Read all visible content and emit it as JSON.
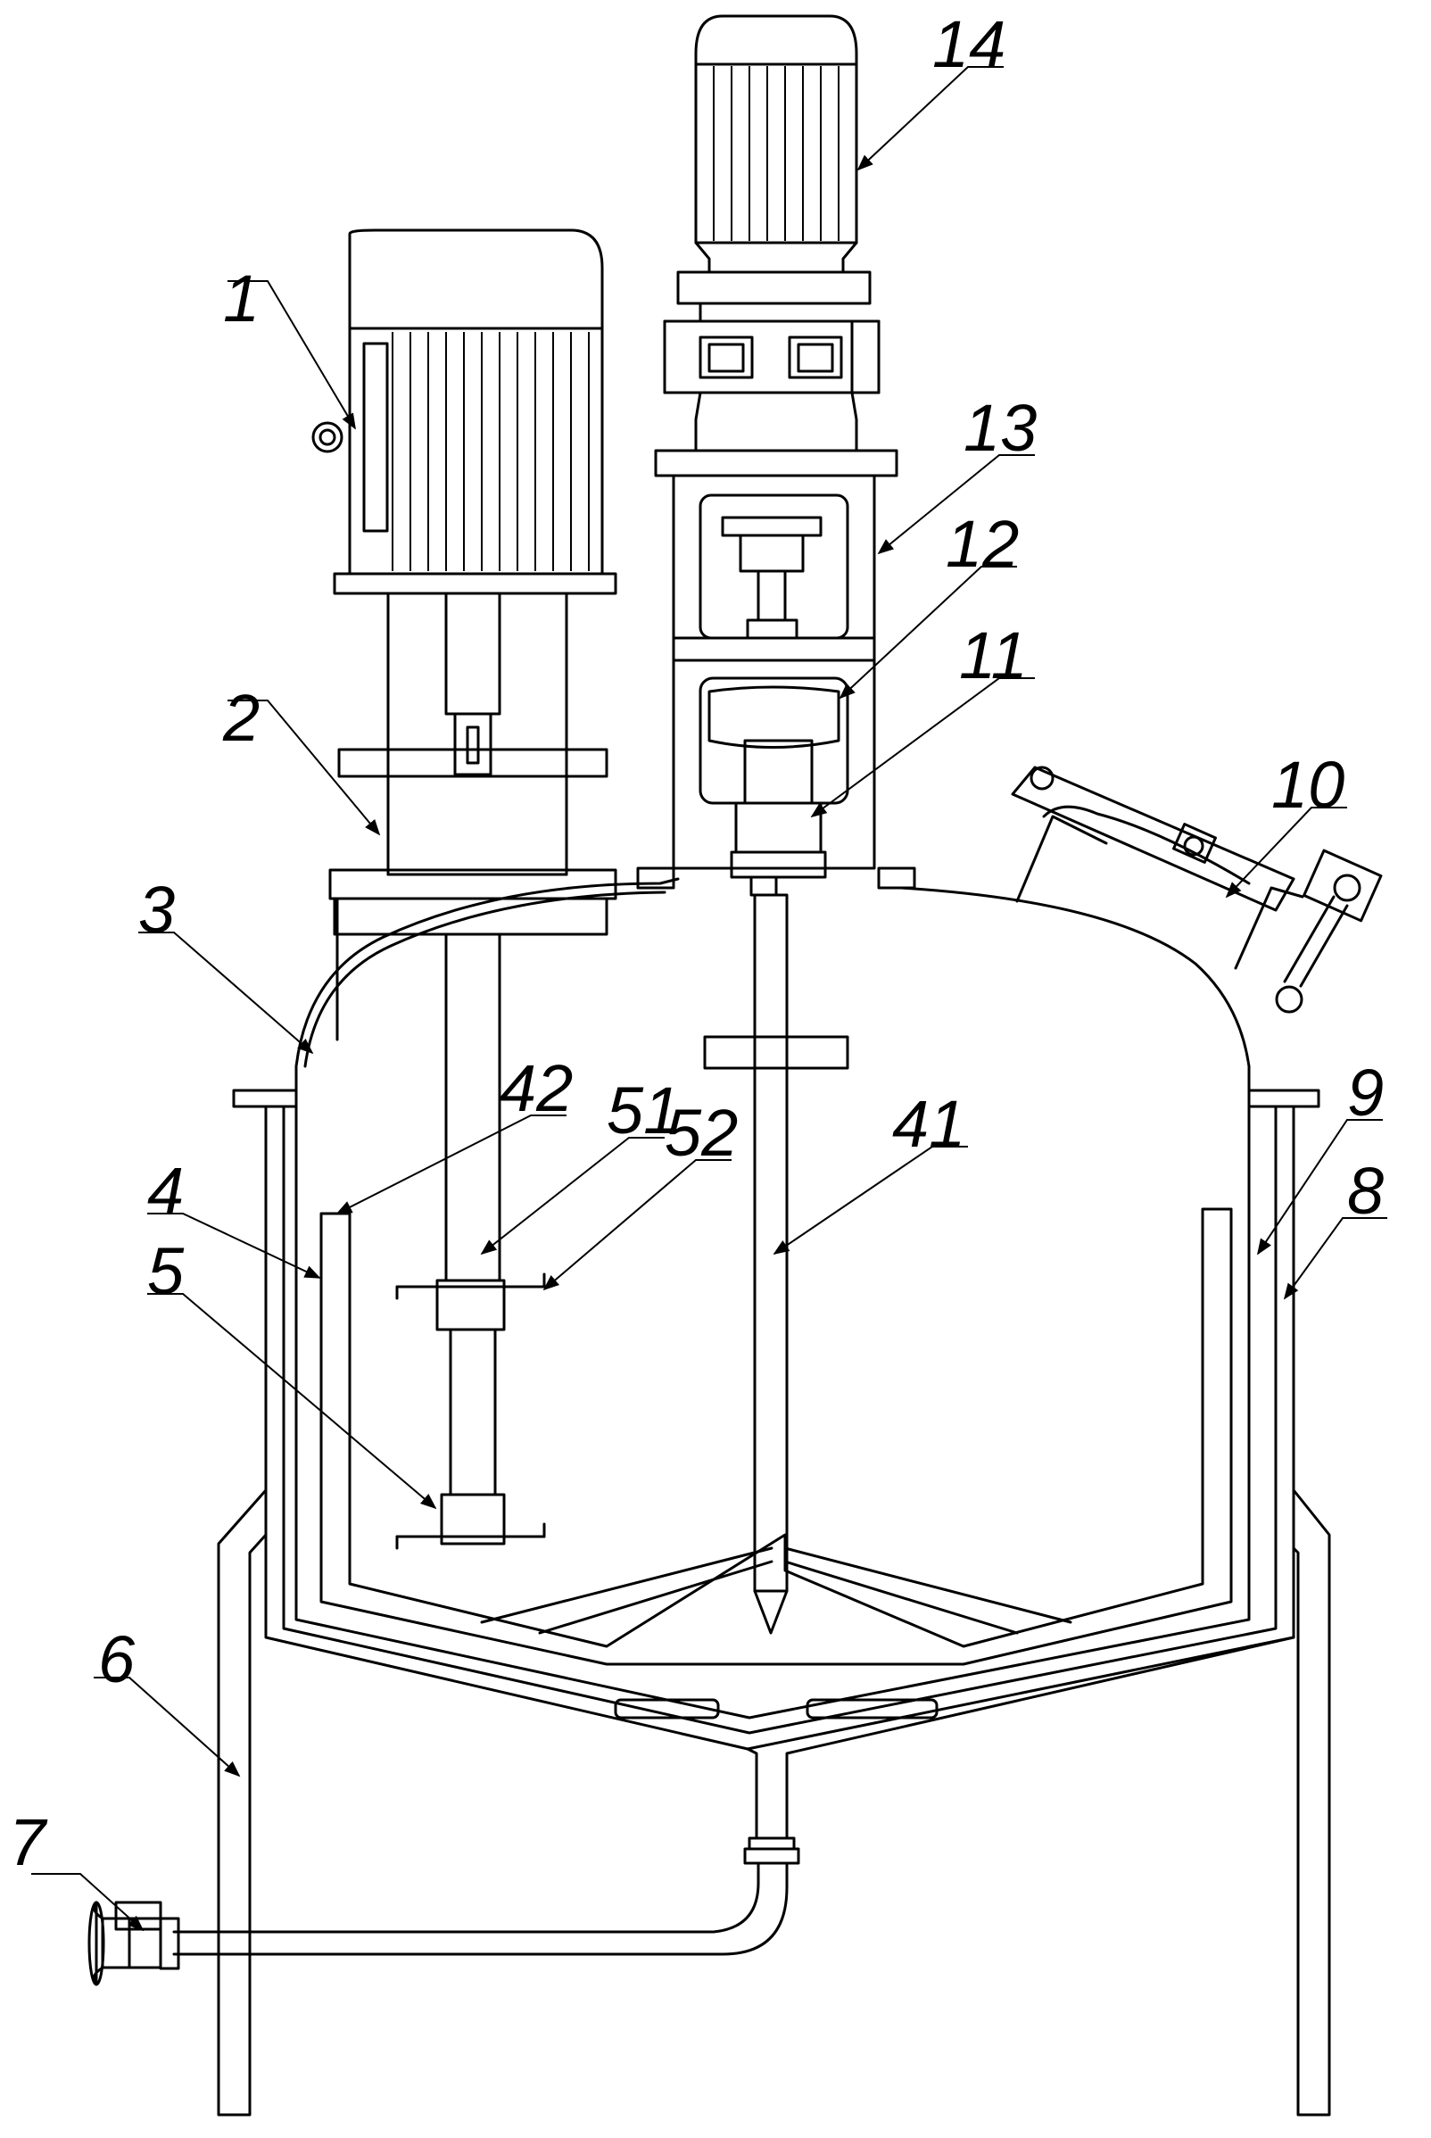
{
  "labels": {
    "l1": "1",
    "l2": "2",
    "l3": "3",
    "l4": "4",
    "l5": "5",
    "l6": "6",
    "l7": "7",
    "l8": "8",
    "l9": "9",
    "l10": "10",
    "l11": "11",
    "l12": "12",
    "l13": "13",
    "l14": "14",
    "l41": "41",
    "l42": "42",
    "l51": "51",
    "l52": "52"
  },
  "colors": {
    "stroke": "#000000",
    "background": "#ffffff"
  }
}
